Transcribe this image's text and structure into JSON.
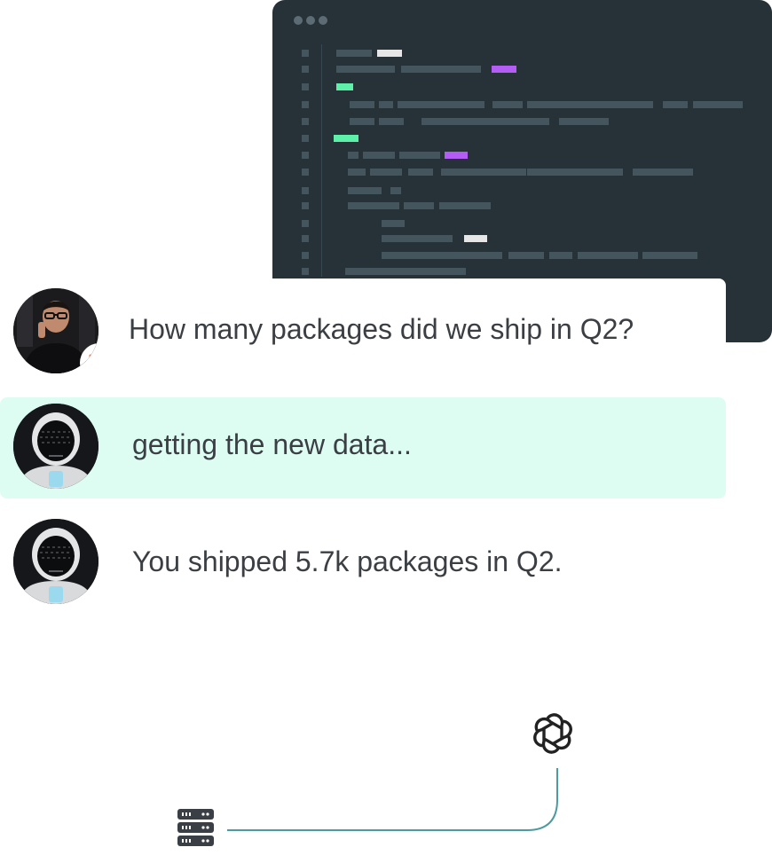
{
  "colors": {
    "editor_bg": "#263238",
    "token": "#44555e",
    "token_white": "#e6e6e6",
    "token_purple": "#b45df5",
    "token_green": "#5cf0a8",
    "loading_bg": "#ddfdf3",
    "text": "#3b3f44",
    "connector": "#4d9aa0",
    "badge_orange": "#f5734b"
  },
  "editor": {
    "window_controls": [
      "dot",
      "dot",
      "dot"
    ]
  },
  "chat": {
    "user_message": {
      "text": "How many packages did we ship in Q2?",
      "avatar": "user-photo",
      "badge_icon": "brand-logo-icon"
    },
    "loading_message": {
      "text": "getting the new data...",
      "avatar": "robot-icon"
    },
    "answer_message": {
      "text": "You shipped 5.7k packages in Q2.",
      "avatar": "robot-icon"
    }
  },
  "integration": {
    "llm_icon": "openai-icon",
    "database_icon": "server-icon"
  }
}
